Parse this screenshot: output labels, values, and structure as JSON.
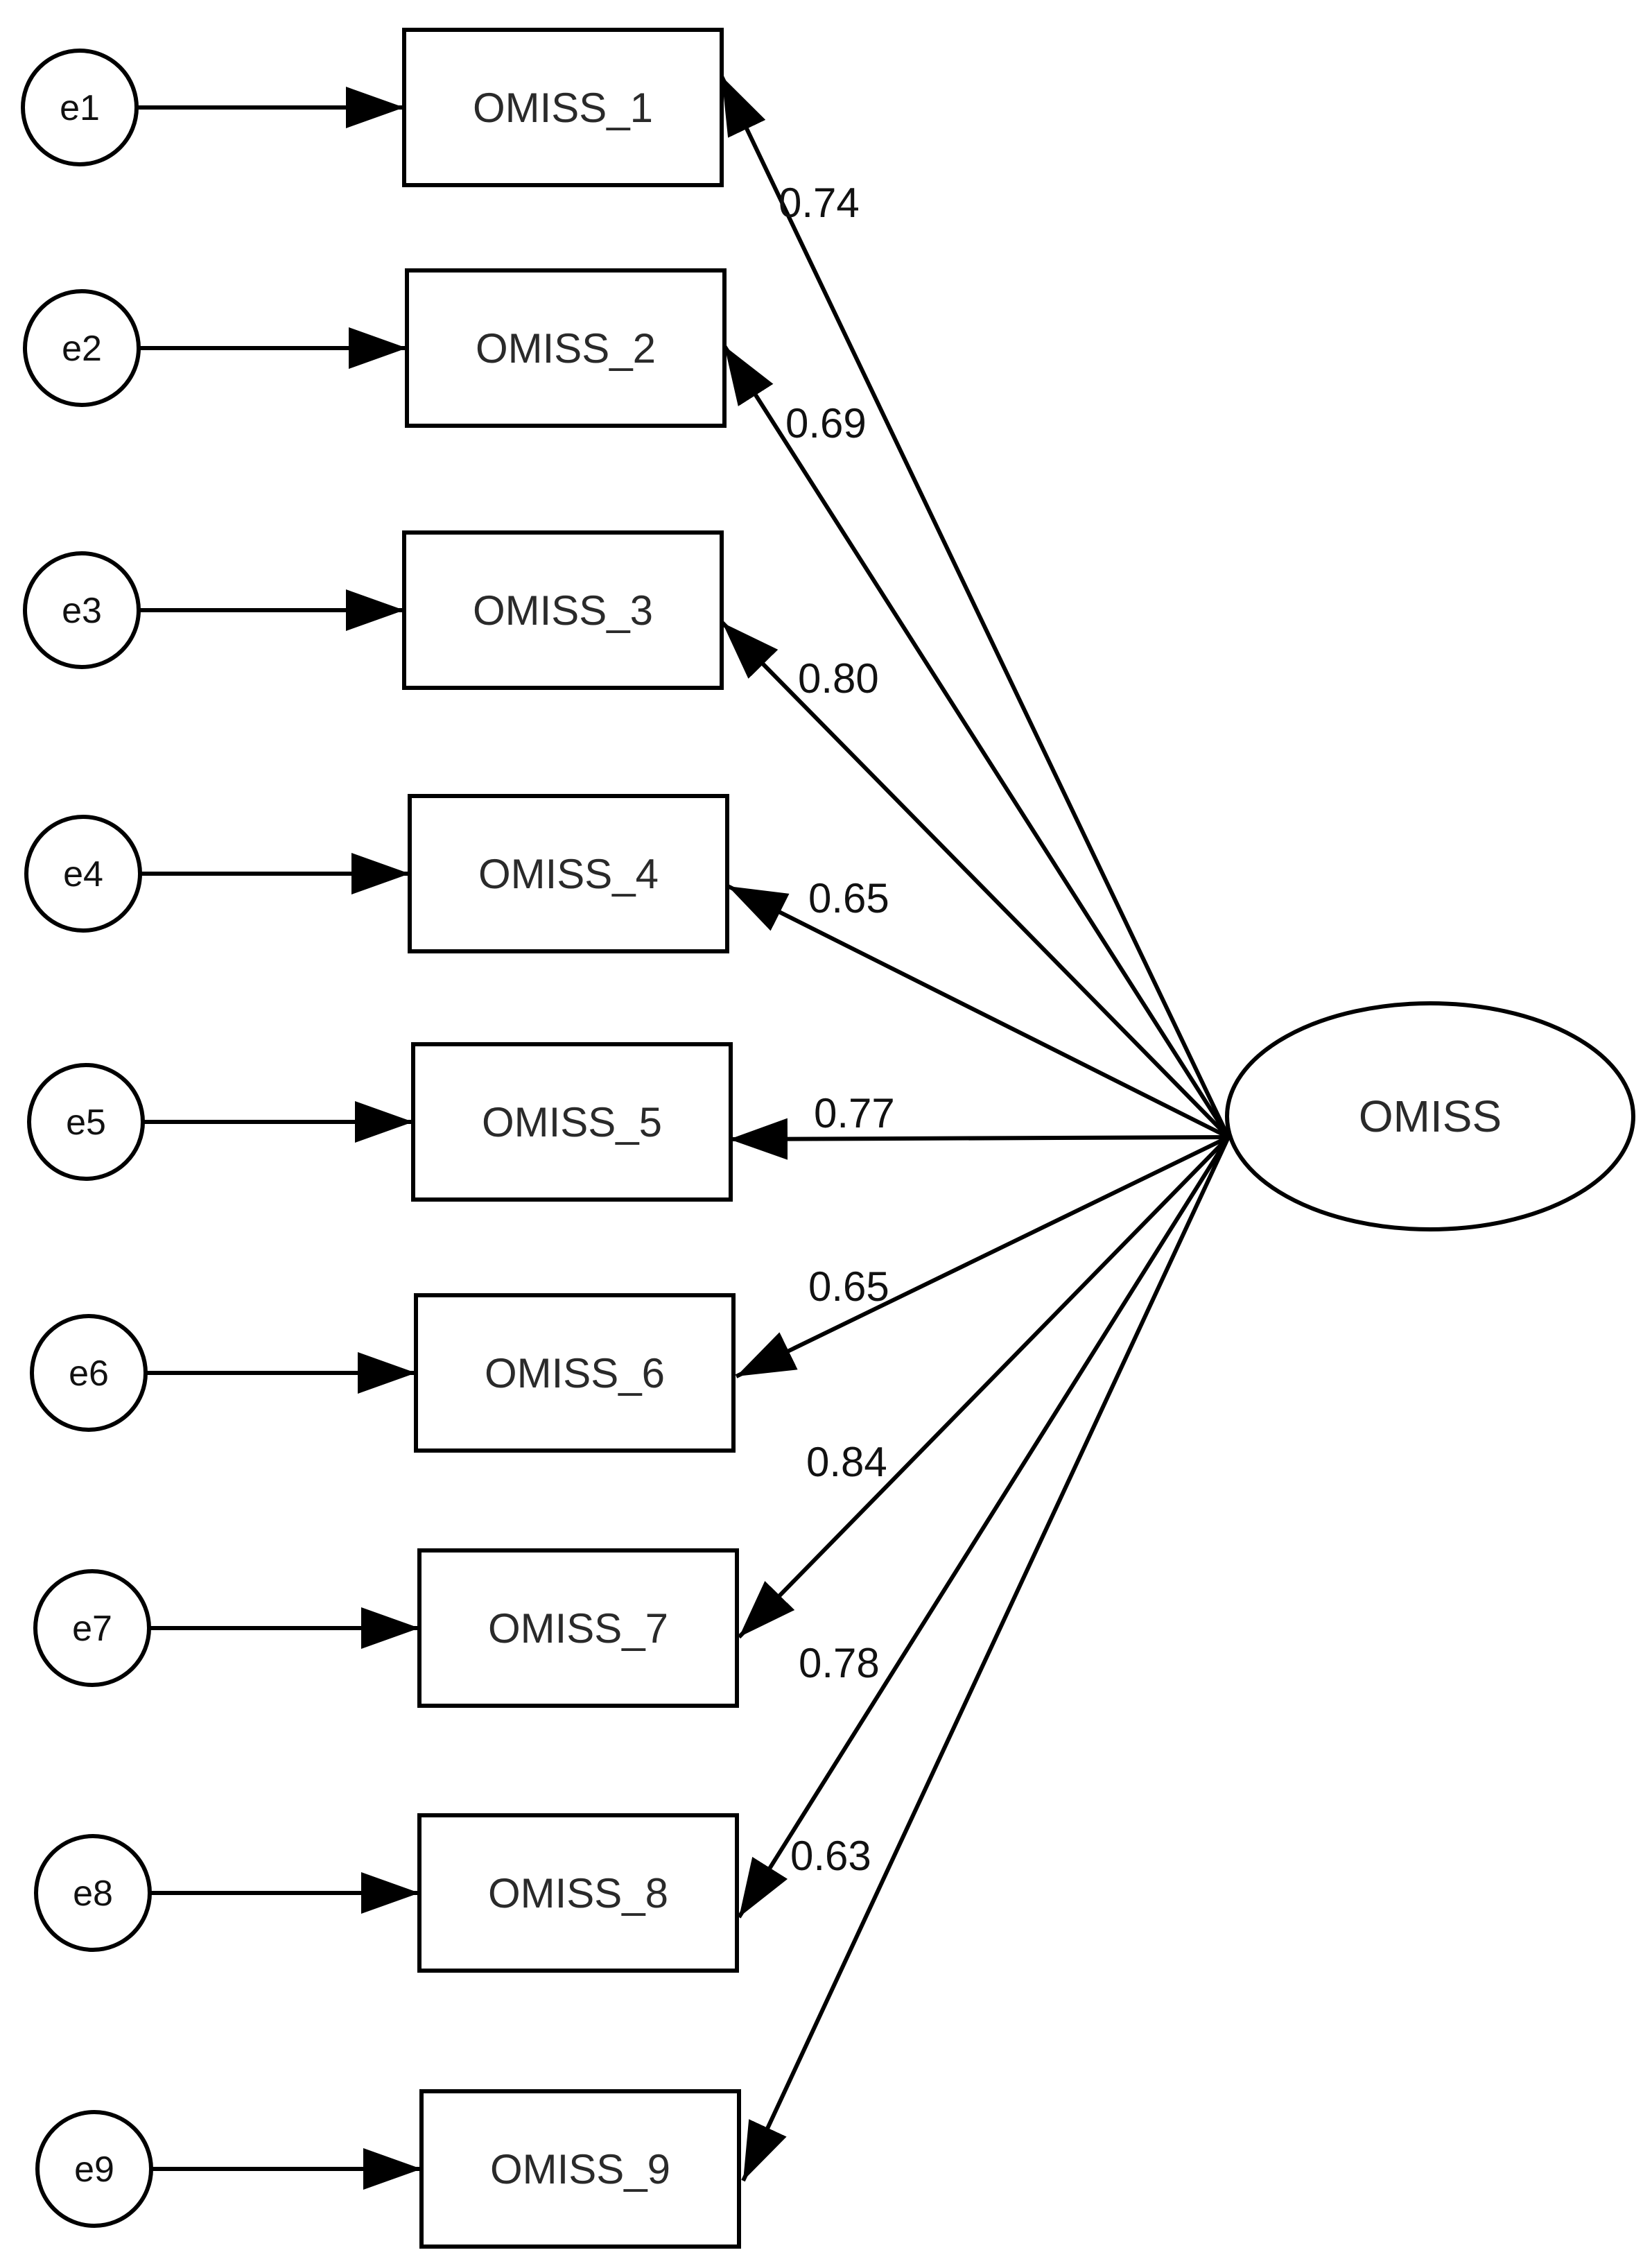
{
  "latent": {
    "label": "OMISS"
  },
  "items": [
    {
      "indicator": "OMISS_1",
      "error": "e1",
      "loading": "0.74"
    },
    {
      "indicator": "OMISS_2",
      "error": "e2",
      "loading": "0.69"
    },
    {
      "indicator": "OMISS_3",
      "error": "e3",
      "loading": "0.80"
    },
    {
      "indicator": "OMISS_4",
      "error": "e4",
      "loading": "0.65"
    },
    {
      "indicator": "OMISS_5",
      "error": "e5",
      "loading": "0.77"
    },
    {
      "indicator": "OMISS_6",
      "error": "e6",
      "loading": "0.65"
    },
    {
      "indicator": "OMISS_7",
      "error": "e7",
      "loading": "0.84"
    },
    {
      "indicator": "OMISS_8",
      "error": "e8",
      "loading": "0.78"
    },
    {
      "indicator": "OMISS_9",
      "error": "e9",
      "loading": "0.63"
    }
  ]
}
